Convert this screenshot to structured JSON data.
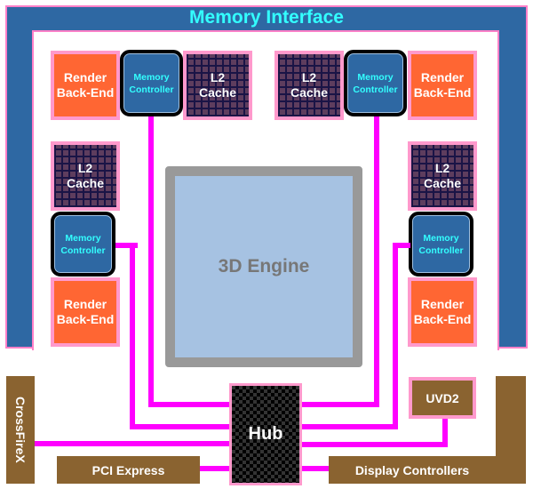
{
  "title": "Memory Interface",
  "colors": {
    "memory_interface": "#2e68a3",
    "title_text": "#33ffff",
    "render_back_end": "#ff6633",
    "l2_cache": "#5e3d5e",
    "memory_controller": "#2e68a3",
    "wire": "#ff00ff",
    "engine_fill": "#a6c2e2",
    "engine_border": "#999999",
    "io_block": "#8a6330",
    "block_border": "#ff99cc"
  },
  "blocks": {
    "render_back_end": [
      "Render",
      "Back-End"
    ],
    "l2_cache": [
      "L2",
      "Cache"
    ],
    "memory_controller": [
      "Memory",
      "Controller"
    ],
    "engine": "3D Engine",
    "hub": "Hub",
    "crossfirex": "CrossFireX",
    "pci_express": "PCI Express",
    "uvd2": "UVD2",
    "display_controllers": "Display Controllers"
  }
}
